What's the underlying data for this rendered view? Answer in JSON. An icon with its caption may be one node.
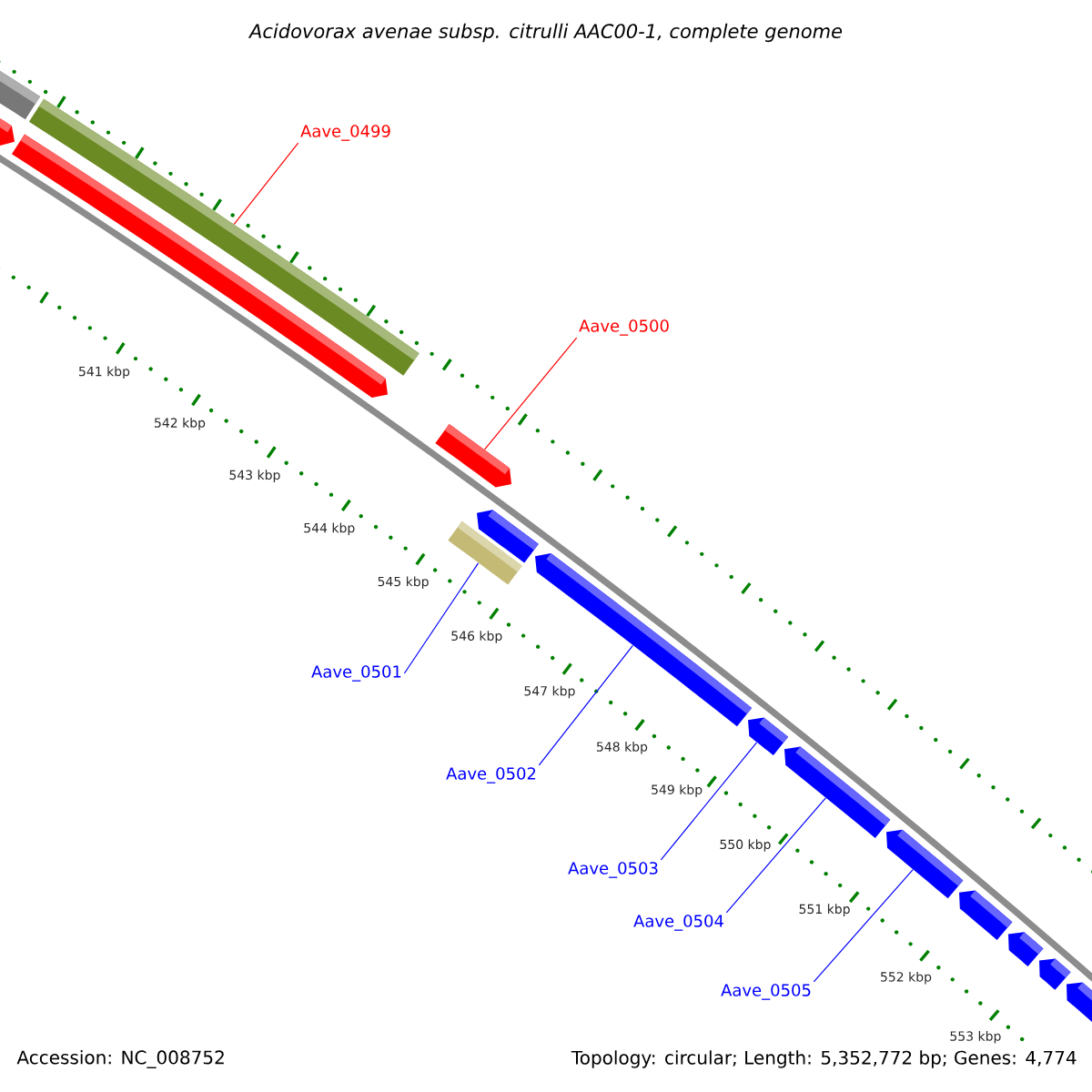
{
  "diagram": {
    "title": "Acidovorax avenae subsp. citrulli AAC00-1, complete genome",
    "nodes": [
      {
        "text": [
          "Aave_0499"
        ]
      },
      {
        "text": [
          "Aave_0500"
        ]
      },
      {
        "text": [
          "Aave_0501"
        ]
      },
      {
        "text": [
          "Aave_0502"
        ]
      },
      {
        "text": [
          "Aave_0503"
        ]
      },
      {
        "text": [
          "Aave_0504"
        ]
      },
      {
        "text": [
          "Aave_0505"
        ]
      },
      {
        "text": [],
        "shape": "bar"
      },
      {
        "text": [],
        "shape": "bar"
      },
      {
        "text": [],
        "shape": "bar"
      },
      {
        "text": [],
        "shape": "bar"
      },
      {
        "text": [],
        "shape": "bar"
      },
      {
        "text": [],
        "shape": "bar"
      },
      {
        "text": [],
        "shape": "bar"
      },
      {
        "text": [],
        "shape": "bar"
      },
      {
        "text": [],
        "shape": "bar"
      },
      {
        "text": [],
        "shape": "bar"
      },
      {
        "text": [],
        "shape": "bar"
      },
      {
        "text": [],
        "shape": "bar"
      },
      {
        "text": [],
        "shape": "bar"
      },
      {
        "text": [],
        "shape": "bar"
      },
      {
        "text": [],
        "shape": "bar"
      }
    ],
    "edges": [
      {
        "from": 0,
        "to": 9,
        "arrow": "none",
        "color": "#ff0000"
      },
      {
        "from": 1,
        "to": 11,
        "arrow": "none",
        "color": "#ff0000"
      },
      {
        "from": 2,
        "to": 12,
        "arrow": "none"
      },
      {
        "from": 3,
        "to": 14,
        "arrow": "none"
      },
      {
        "from": 4,
        "to": 15,
        "arrow": "none"
      },
      {
        "from": 5,
        "to": 16,
        "arrow": "none"
      },
      {
        "from": 6,
        "to": 17,
        "arrow": "none"
      }
    ],
    "labels": [
      "541 kbp",
      "542 kbp",
      "543 kbp",
      "544 kbp",
      "545 kbp",
      "546 kbp",
      "547 kbp",
      "548 kbp",
      "549 kbp",
      "550 kbp",
      "551 kbp",
      "552 kbp",
      "553 kbp",
      "Accession: NC_008752",
      "Topology: circular; Length: 5,352,772 bp; Genes: 4,774"
    ]
  }
}
